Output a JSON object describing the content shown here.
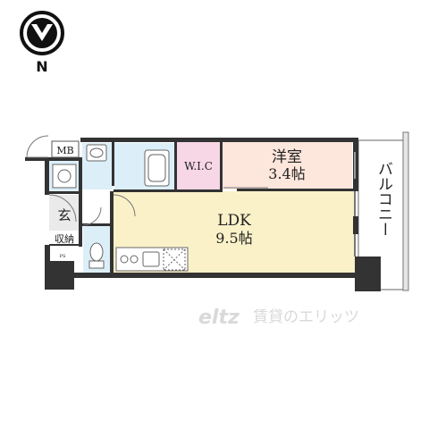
{
  "compass": {
    "north_label": "N"
  },
  "rooms": {
    "western_room": {
      "name": "洋室",
      "size": "3.4帖"
    },
    "ldk": {
      "name": "LDK",
      "size": "9.5帖"
    },
    "walk_in_closet": {
      "name": "W.I.C"
    },
    "entrance": {
      "name": "玄"
    },
    "storage": {
      "name": "収納"
    },
    "meter_box": {
      "name": "MB"
    },
    "pipe_space": {
      "name": "PS"
    },
    "balcony": {
      "name": "バルコニー"
    }
  },
  "watermark": {
    "text": "賃貸のエリッツ"
  },
  "colors": {
    "ldk_fill": "#fbf1c9",
    "western_fill": "#fde6dc",
    "wic_fill": "#f7d6e6",
    "wet_fill": "#dceff9",
    "wall": "#333333"
  }
}
